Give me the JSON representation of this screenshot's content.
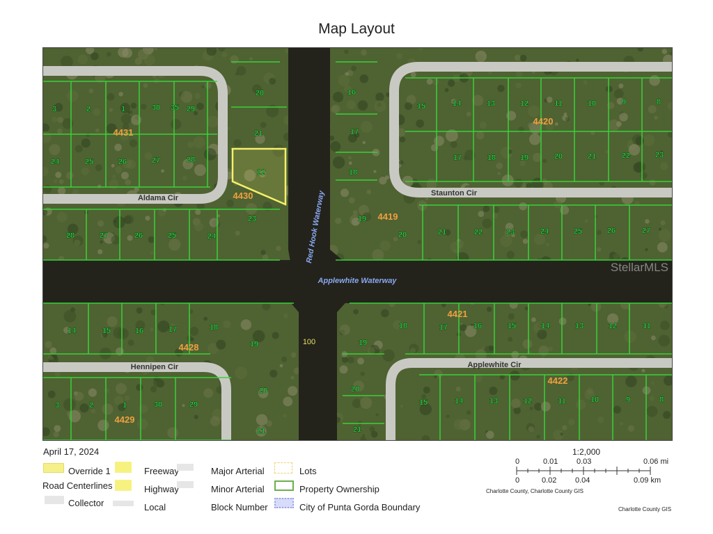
{
  "title": "Map Layout",
  "date": "April 17, 2024",
  "map": {
    "streets": [
      "Aldama Cir",
      "Staunton Cir",
      "Hennipen Cir",
      "Applewhite Cir"
    ],
    "waterways": [
      "Red Hook Waterway",
      "Applewhite Waterway"
    ],
    "blocks": [
      "4431",
      "4430",
      "4420",
      "4419",
      "4428",
      "4421",
      "4422",
      "4429"
    ],
    "canal_width": "100",
    "watermark": "StellarMLS",
    "lots": [
      "3",
      "2",
      "1",
      "30",
      "35",
      "29",
      "24",
      "25",
      "26",
      "27",
      "28",
      "20",
      "21",
      "22",
      "23",
      "16",
      "17",
      "18",
      "19",
      "20",
      "21",
      "22",
      "23",
      "24",
      "25",
      "26",
      "27",
      "15",
      "14",
      "13",
      "12",
      "11",
      "10",
      "9",
      "8",
      "17",
      "18",
      "19",
      "20",
      "21",
      "22",
      "23",
      "28",
      "27",
      "26",
      "25",
      "24",
      "14",
      "15",
      "16",
      "17",
      "18",
      "19",
      "20",
      "21",
      "3",
      "2",
      "1",
      "30",
      "29",
      "19",
      "18",
      "17",
      "16",
      "15",
      "14",
      "13",
      "12",
      "11",
      "20",
      "15",
      "14",
      "13",
      "12",
      "11",
      "10",
      "9",
      "8",
      "21"
    ],
    "colors": {
      "water": "#23231c",
      "land": "#4f6232",
      "parcel": "#39d239",
      "road": "#c9c9c4",
      "lot_label": "#2be04a",
      "block_label": "#f0a040",
      "highlight": "#f5f06a"
    }
  },
  "legend": {
    "items": [
      {
        "label": "Override 1",
        "color": "#f5f08a"
      },
      {
        "label": "Road Centerlines"
      },
      {
        "label": "Collector",
        "color": "#e6e6e6"
      },
      {
        "label": "Freeway",
        "color": "#f7f27f"
      },
      {
        "label": "Highway",
        "color": "#f7f27f"
      },
      {
        "label": "Local",
        "color": "#e6e6e6"
      },
      {
        "label": "Major Arterial",
        "color": "#e6e6e6"
      },
      {
        "label": "Minor Arterial",
        "color": "#e6e6e6"
      },
      {
        "label": "Block Number"
      },
      {
        "label": "Lots",
        "color": "#f5e08a"
      },
      {
        "label": "Property Ownership",
        "color": "#6ab04c"
      },
      {
        "label": "City of Punta Gorda Boundary",
        "color": "#b8bff0"
      }
    ]
  },
  "scale": {
    "ratio": "1:2,000",
    "mi_ticks": [
      "0",
      "0.01",
      "0.03",
      "0.06 mi"
    ],
    "km_ticks": [
      "0",
      "0.02",
      "0.04",
      "0.09 km"
    ]
  },
  "sources": [
    "Charlotte County, Charlotte County GIS",
    "Charlotte County GIS"
  ]
}
